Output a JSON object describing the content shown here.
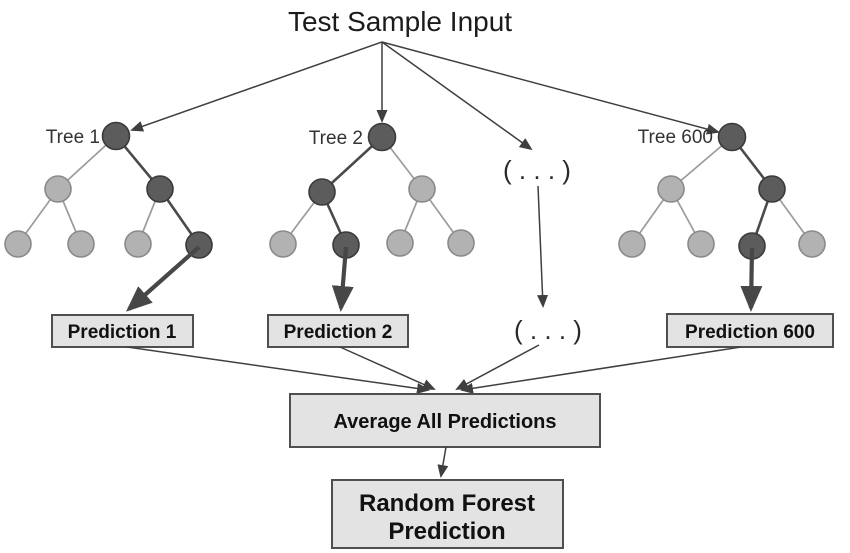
{
  "title": "Test Sample Input",
  "ellipsis_top": "( . . . )",
  "ellipsis_bottom": "( . . . )",
  "trees": [
    {
      "label": "Tree 1",
      "prediction": "Prediction 1"
    },
    {
      "label": "Tree 2",
      "prediction": "Prediction 2"
    },
    {
      "label": "Tree 600",
      "prediction": "Prediction 600"
    }
  ],
  "average_box_label": "Average All Predictions",
  "final_box_line1": "Random Forest",
  "final_box_line2": "Prediction",
  "colors": {
    "background": "#ffffff",
    "node_dark": "#5c5c5c",
    "node_dark_border": "#3a3a3a",
    "node_light": "#b2b2b2",
    "node_light_border": "#8a8a8a",
    "edge_light": "#9b9b9b",
    "edge_dark": "#4a4a4a",
    "arrow": "#3f3f3f",
    "box_fill": "#e3e3e3",
    "box_border": "#4f4f4f",
    "text": "#1c1c1c"
  }
}
